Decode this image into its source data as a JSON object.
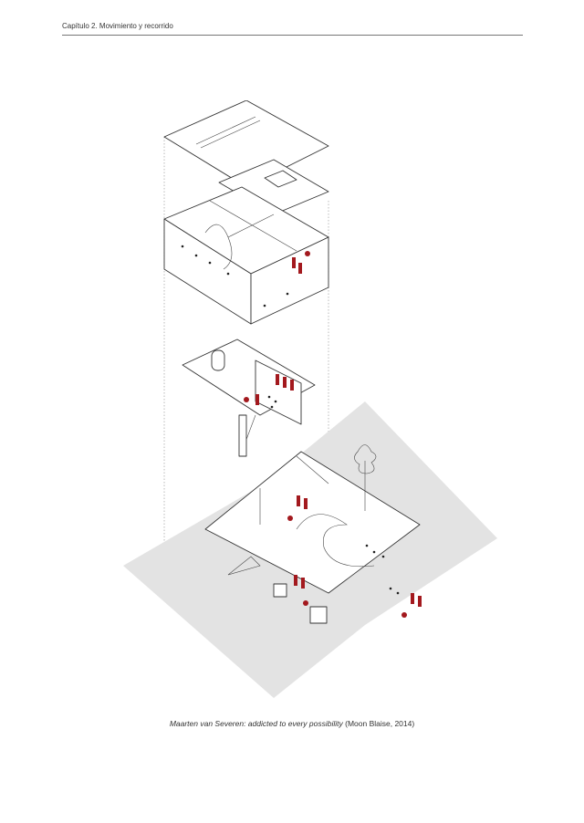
{
  "header": {
    "running_title": "Capítulo 2. Movimiento y recorrido"
  },
  "figure": {
    "caption_title": "Maarten van Severen: addicted to every possibility",
    "caption_source": " (Moon Blaise, 2014)"
  },
  "colors": {
    "accent_red": "#a3191e",
    "ground_grey": "#e3e3e3",
    "line": "#333333"
  }
}
